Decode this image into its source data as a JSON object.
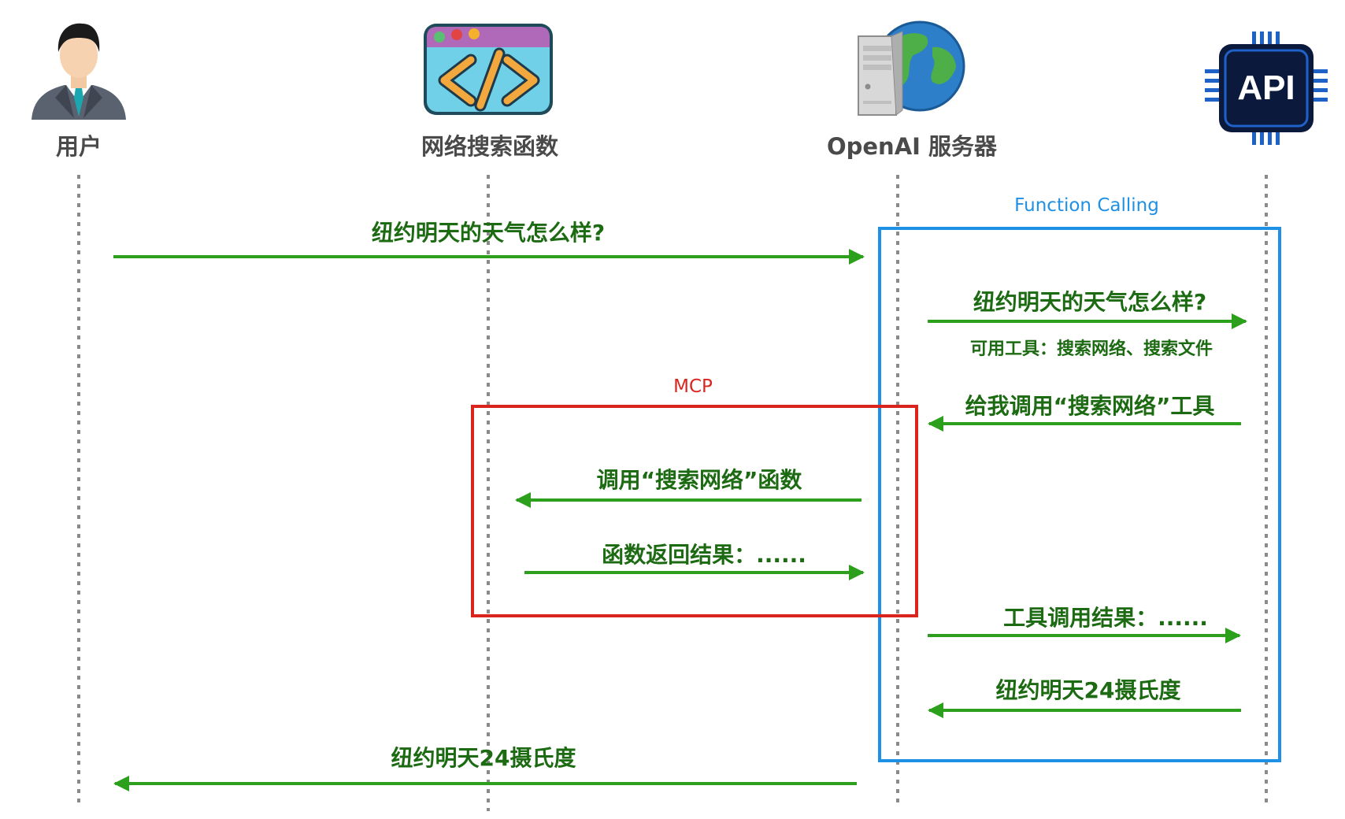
{
  "actors": {
    "user": "用户",
    "search_function": "网络搜索函数",
    "openai_server": "OpenAI 服务器",
    "api_icon_text": "API"
  },
  "boxes": {
    "function_calling": "Function Calling",
    "mcp": "MCP"
  },
  "messages": {
    "m1": "纽约明天的天气怎么样?",
    "m2": "纽约明天的天气怎么样?",
    "m2_sub": "可用工具：搜索网络、搜索文件",
    "m3": "给我调用“搜索网络”工具",
    "m4": "调用“搜索网络”函数",
    "m5": "函数返回结果：......",
    "m6": "工具调用结果：......",
    "m7": "纽约明天24摄氏度",
    "m8": "纽约明天24摄氏度"
  },
  "colors": {
    "arrow": "#2ca01c",
    "label": "#1c6a12",
    "function_calling_box": "#1e90e6",
    "mcp_box": "#d9251d",
    "lifeline": "#8a8a8a"
  }
}
